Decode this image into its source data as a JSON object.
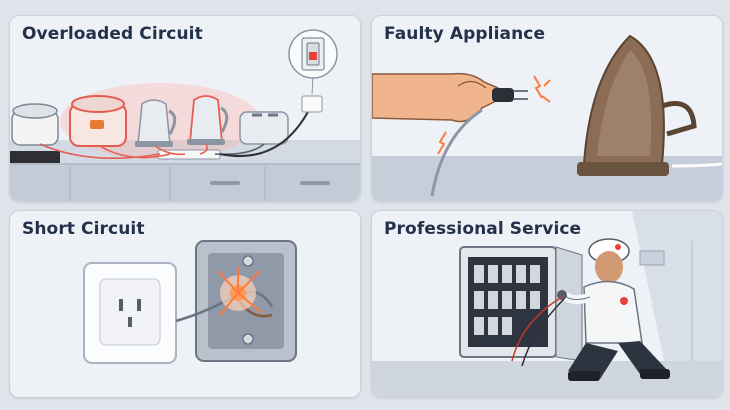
{
  "panels": [
    {
      "id": "overloaded",
      "title": "Overloaded Circuit"
    },
    {
      "id": "faulty",
      "title": "Faulty Appliance"
    },
    {
      "id": "short",
      "title": "Short Circuit"
    },
    {
      "id": "professional",
      "title": "Professional Service"
    }
  ],
  "colors": {
    "background": "#dfe3ea",
    "panel": "#eef2f7",
    "title": "#23324a",
    "spark": "#ff7a3c",
    "glow": "#ff9a8a"
  }
}
